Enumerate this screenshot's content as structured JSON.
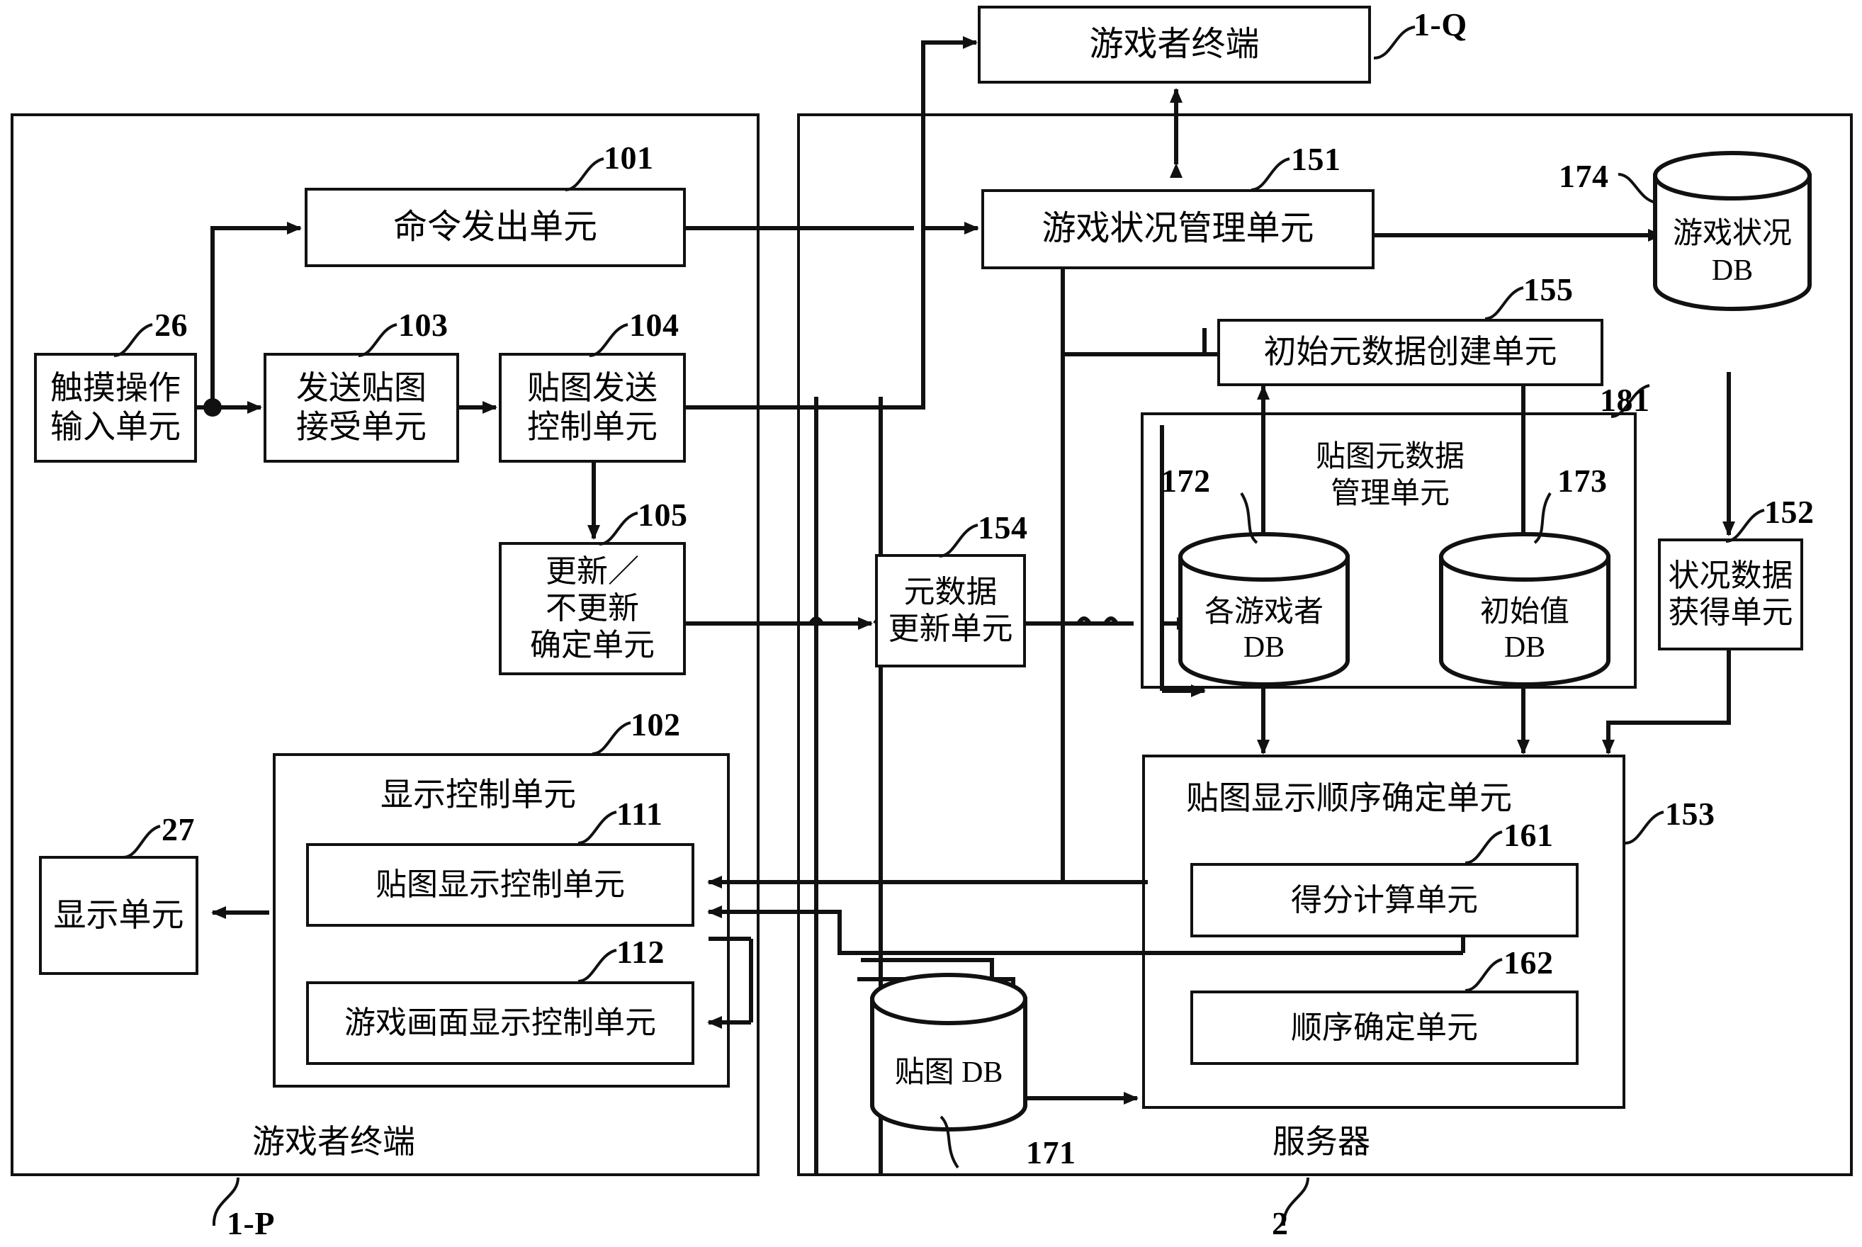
{
  "figure": {
    "type": "patent-block-diagram",
    "language": "zh"
  },
  "panels": {
    "player_terminal": {
      "caption": "游戏者终端",
      "ref": "1-P"
    },
    "server": {
      "caption": "服务器",
      "ref": "2"
    }
  },
  "blocks": {
    "player_terminal_top": {
      "label": "游戏者终端",
      "ref": "1-Q"
    },
    "command_issue": {
      "label": "命令发出单元",
      "ref": "101"
    },
    "touch_input": {
      "label": "触摸操作\n输入单元",
      "line1": "触摸操作",
      "line2": "输入单元",
      "ref": "26"
    },
    "send_texture_accept": {
      "line1": "发送贴图",
      "line2": "接受单元",
      "ref": "103"
    },
    "texture_send_control": {
      "line1": "贴图发送",
      "line2": "控制单元",
      "ref": "104"
    },
    "update_decide": {
      "line1": "更新／",
      "line2": "不更新",
      "line3": "确定单元",
      "ref": "105"
    },
    "metadata_update": {
      "line1": "元数据",
      "line2": "更新单元",
      "ref": "154"
    },
    "game_status_manage": {
      "label": "游戏状况管理单元",
      "ref": "151"
    },
    "initial_metadata_create": {
      "label": "初始元数据创建单元",
      "ref": "155"
    },
    "texture_metadata_manage": {
      "line1": "贴图元数据",
      "line2": "管理单元",
      "ref": "181"
    },
    "status_data_acquire": {
      "line1": "状况数据",
      "line2": "获得单元",
      "ref": "152"
    },
    "display_control": {
      "label": "显示控制单元",
      "ref": "102"
    },
    "texture_display_control": {
      "label": "贴图显示控制单元",
      "ref": "111"
    },
    "game_screen_display_control": {
      "label": "游戏画面显示控制单元",
      "ref": "112"
    },
    "display_unit": {
      "label": "显示单元",
      "ref": "27"
    },
    "texture_display_order": {
      "label": "贴图显示顺序确定单元",
      "ref": "153"
    },
    "score_calc": {
      "label": "得分计算单元",
      "ref": "161"
    },
    "order_decide": {
      "label": "顺序确定单元",
      "ref": "162"
    }
  },
  "databases": {
    "game_status_db": {
      "line1": "游戏状况",
      "line2": "DB",
      "ref": "174"
    },
    "each_player_db": {
      "line1": "各游戏者",
      "line2": "DB",
      "ref": "172"
    },
    "initial_value_db": {
      "line1": "初始值",
      "line2": "DB",
      "ref": "173"
    },
    "texture_db": {
      "label": "贴图 DB",
      "ref": "171"
    }
  },
  "colors": {
    "line": "#111111",
    "background": "#ffffff",
    "text": "#000000"
  }
}
